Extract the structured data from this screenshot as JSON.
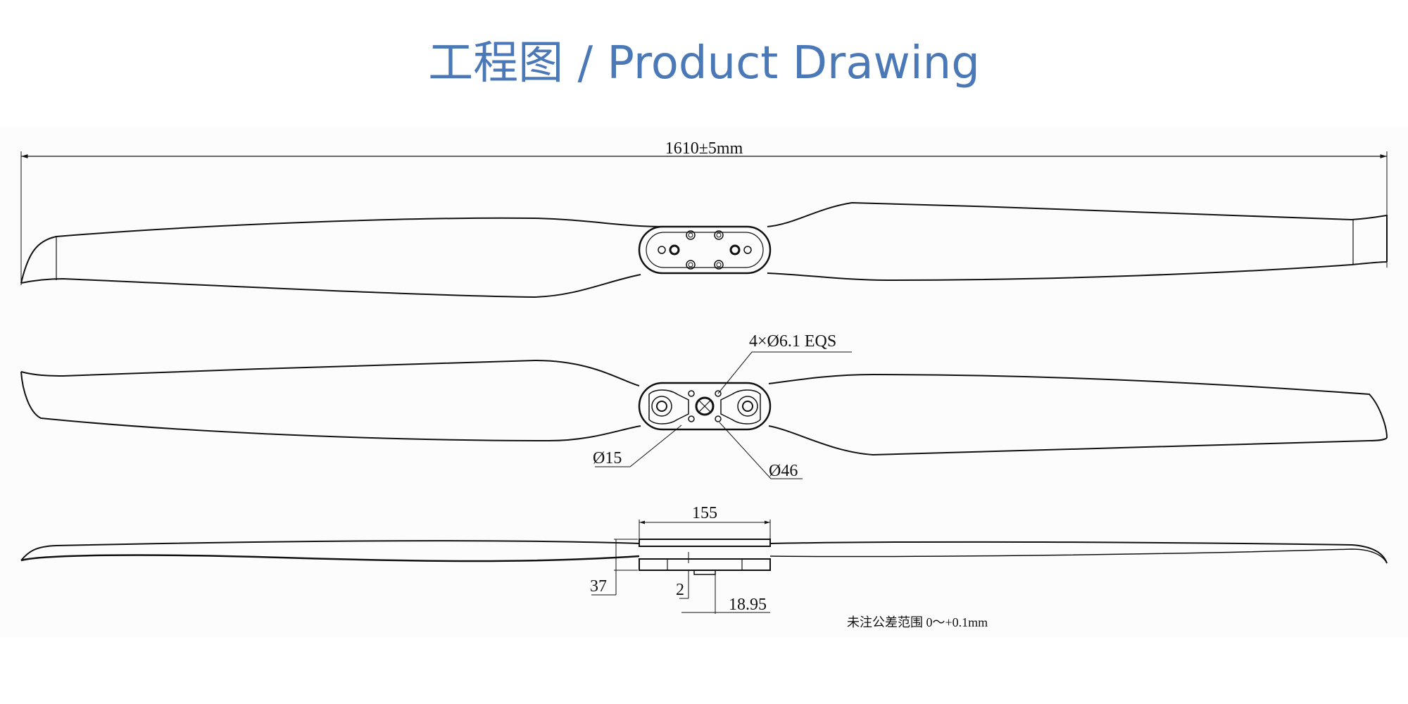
{
  "title": "工程图 / Product Drawing",
  "dimensions": {
    "overall_length": "1610±5mm",
    "holes": "4×Ø6.1 EQS",
    "center_hole": "Ø15",
    "bolt_circle": "Ø46",
    "hub_width": "155",
    "hub_height": "37",
    "step": "2",
    "offset": "18.95"
  },
  "note": "未注公差范围 0～+0.1mm",
  "colors": {
    "title": "#4b78b6",
    "line": "#111111"
  }
}
